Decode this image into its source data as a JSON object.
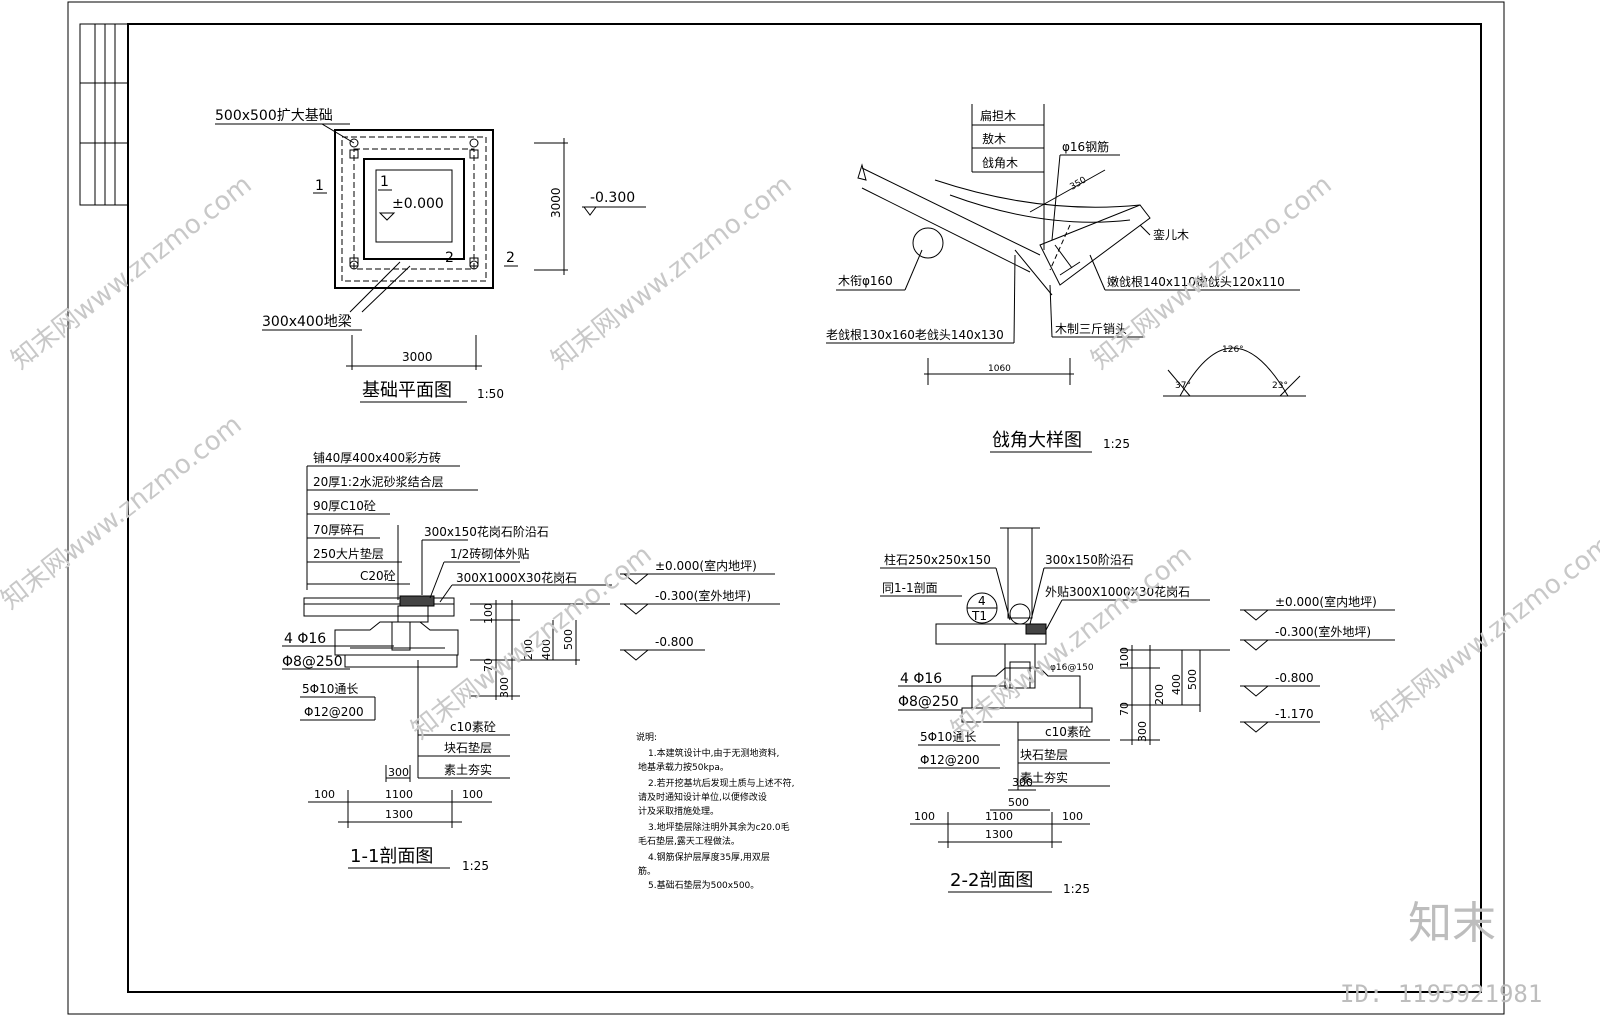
{
  "plan": {
    "label_top": "500x500扩大基础",
    "label_bottom": "300x400地梁",
    "sec1": "1",
    "sec2": "2",
    "level": "±0.000",
    "level2": "-0.300",
    "dim_side": "3000",
    "dim_bottom": "3000",
    "title": "基础平面图",
    "scale": "1:50"
  },
  "detail": {
    "labels": [
      "扁担木",
      "敖木",
      "戗角木",
      "φ16钢筋",
      "銮儿木",
      "嫩戗根140x110嫩戗头120x110",
      "木衔φ160",
      "老戗根130x160老戗头140x130",
      "木制三斤销头"
    ],
    "dim_r": "350",
    "dim_bottom": "1060",
    "angle": "126°",
    "angle_l": "37°",
    "angle_r": "23°",
    "title": "戗角大样图",
    "scale": "1:25"
  },
  "section1": {
    "layers": [
      "铺40厚400x400彩方砖",
      "20厚1:2水泥砂浆结合层",
      "90厚C10砼",
      "70厚碎石",
      "250大片垫层",
      "C20砼"
    ],
    "right_labels": [
      "300x150花岗石阶沿石",
      "1/2砖砌体外贴",
      "300X1000X30花岗石"
    ],
    "levels": [
      "±0.000(室内地坪)",
      "-0.300(室外地坪)",
      "-0.800"
    ],
    "rebar": [
      "4 Φ16",
      "Φ8@250",
      "5Φ10通长",
      "Φ12@200"
    ],
    "bottom_labels": [
      "c10素砼",
      "块石垫层",
      "素土夯实"
    ],
    "dims_v": [
      "100",
      "200",
      "400",
      "500",
      "70",
      "300"
    ],
    "dims_h": [
      "300",
      "100",
      "1100",
      "100",
      "1300"
    ],
    "title": "1-1剖面图",
    "scale": "1:25"
  },
  "notes": {
    "title": "说明:",
    "lines": [
      "1.本建筑设计中,由于无测地资料,",
      "地基承载力按50kpa。",
      "2.若开挖基坑后发现土质与上述不符,",
      "请及时通知设计单位,以便修改设",
      "计及采取措施处理。",
      "3.地坪垫层除注明外其余为c20.0毛",
      "毛石垫层,露天工程做法。",
      "4.钢筋保护层厚度35厚,用双层",
      "筋。",
      "5.基础石垫层为500x500。"
    ]
  },
  "section2": {
    "top_labels": [
      "柱石250x250x150",
      "300x150阶沿石",
      "同1-1剖面",
      "外贴300X1000X30花岗石"
    ],
    "levels": [
      "±0.000(室内地坪)",
      "-0.300(室外地坪)",
      "-0.800",
      "-1.170"
    ],
    "marker_top": "4",
    "marker_bottom": "T1",
    "rebar": [
      "4 Φ16",
      "Φ8@250",
      "5Φ10通长",
      "Φ12@200"
    ],
    "bottom_labels": [
      "c10素砼",
      "块石垫层",
      "素土夯实"
    ],
    "small": "φ16@150",
    "dims_v": [
      "100",
      "200",
      "400",
      "500",
      "70",
      "300"
    ],
    "dims_h": [
      "300",
      "500",
      "100",
      "1100",
      "100",
      "1300"
    ],
    "title": "2-2剖面图",
    "scale": "1:25"
  },
  "watermark": {
    "text": "知末网www.znzmo.com",
    "brand": "知末",
    "id": "ID: 1195921981"
  }
}
